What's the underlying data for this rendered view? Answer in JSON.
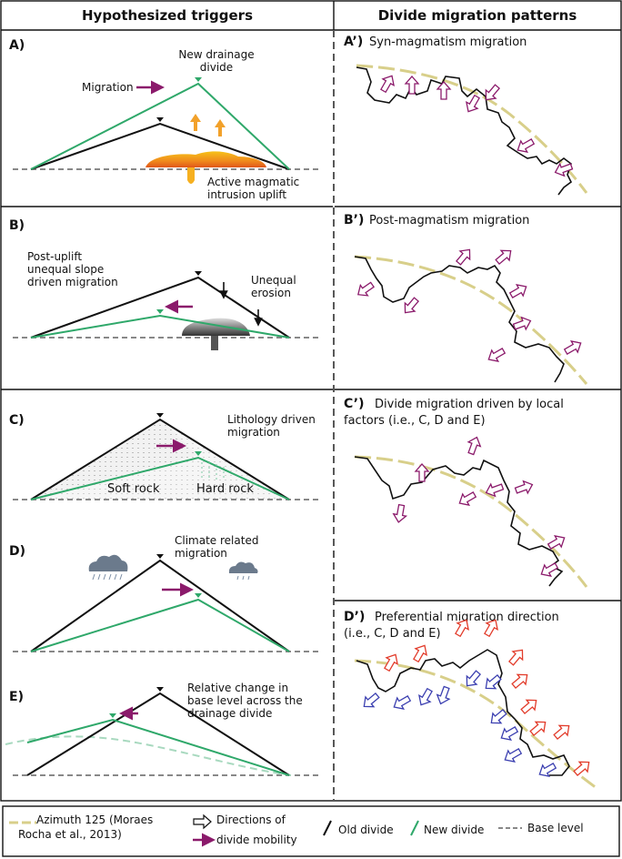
{
  "headers": {
    "left": "Hypothesized triggers",
    "right": "Divide migration patterns"
  },
  "panels": {
    "A": {
      "letter": "A)",
      "top_label": [
        "New drainage",
        "divide"
      ],
      "migration": "Migration",
      "uplift_label": [
        "Active magmatic",
        "intrusion uplift"
      ]
    },
    "B": {
      "letter": "B)",
      "label_left": [
        "Post-uplift",
        "unequal slope",
        "driven migration"
      ],
      "label_right": [
        "Unequal",
        "erosion"
      ]
    },
    "C": {
      "letter": "C)",
      "label": [
        "Lithology driven",
        "migration"
      ],
      "soft": "Soft rock",
      "hard": "Hard rock"
    },
    "D": {
      "letter": "D)",
      "label": [
        "Climate related",
        "migration"
      ]
    },
    "E": {
      "letter": "E)",
      "label": [
        "Relative change in",
        "base level across the",
        "drainage divide"
      ]
    },
    "A2": {
      "letter": "A’)",
      "title": "Syn-magmatism migration"
    },
    "B2": {
      "letter": "B’)",
      "title": "Post-magmatism migration"
    },
    "C2": {
      "letter": "C’)",
      "title": [
        "Divide migration driven by local",
        "factors (i.e., C, D and E)"
      ]
    },
    "D2": {
      "letter": "D’)",
      "title": [
        "Preferential migration direction",
        "(i.e., C, D and E)"
      ]
    }
  },
  "legend": {
    "azimuth": [
      "Azimuth 125 (Moraes",
      "Rocha et al., 2013)"
    ],
    "directions": [
      "Directions of",
      "divide mobility"
    ],
    "old_divide": "Old divide",
    "new_divide": "New divide",
    "base_level": "Base level"
  },
  "colors": {
    "old_divide": "#111111",
    "new_divide": "#2fa86a",
    "base_level": "#777777",
    "azimuth": "#d8cf8a",
    "migration_arrow": "#8b1a6b",
    "red_arrow": "#e23b2a",
    "blue_arrow": "#3b3fb0",
    "magma": "#f08a1c",
    "uplift_arrow": "#f2a12a"
  }
}
